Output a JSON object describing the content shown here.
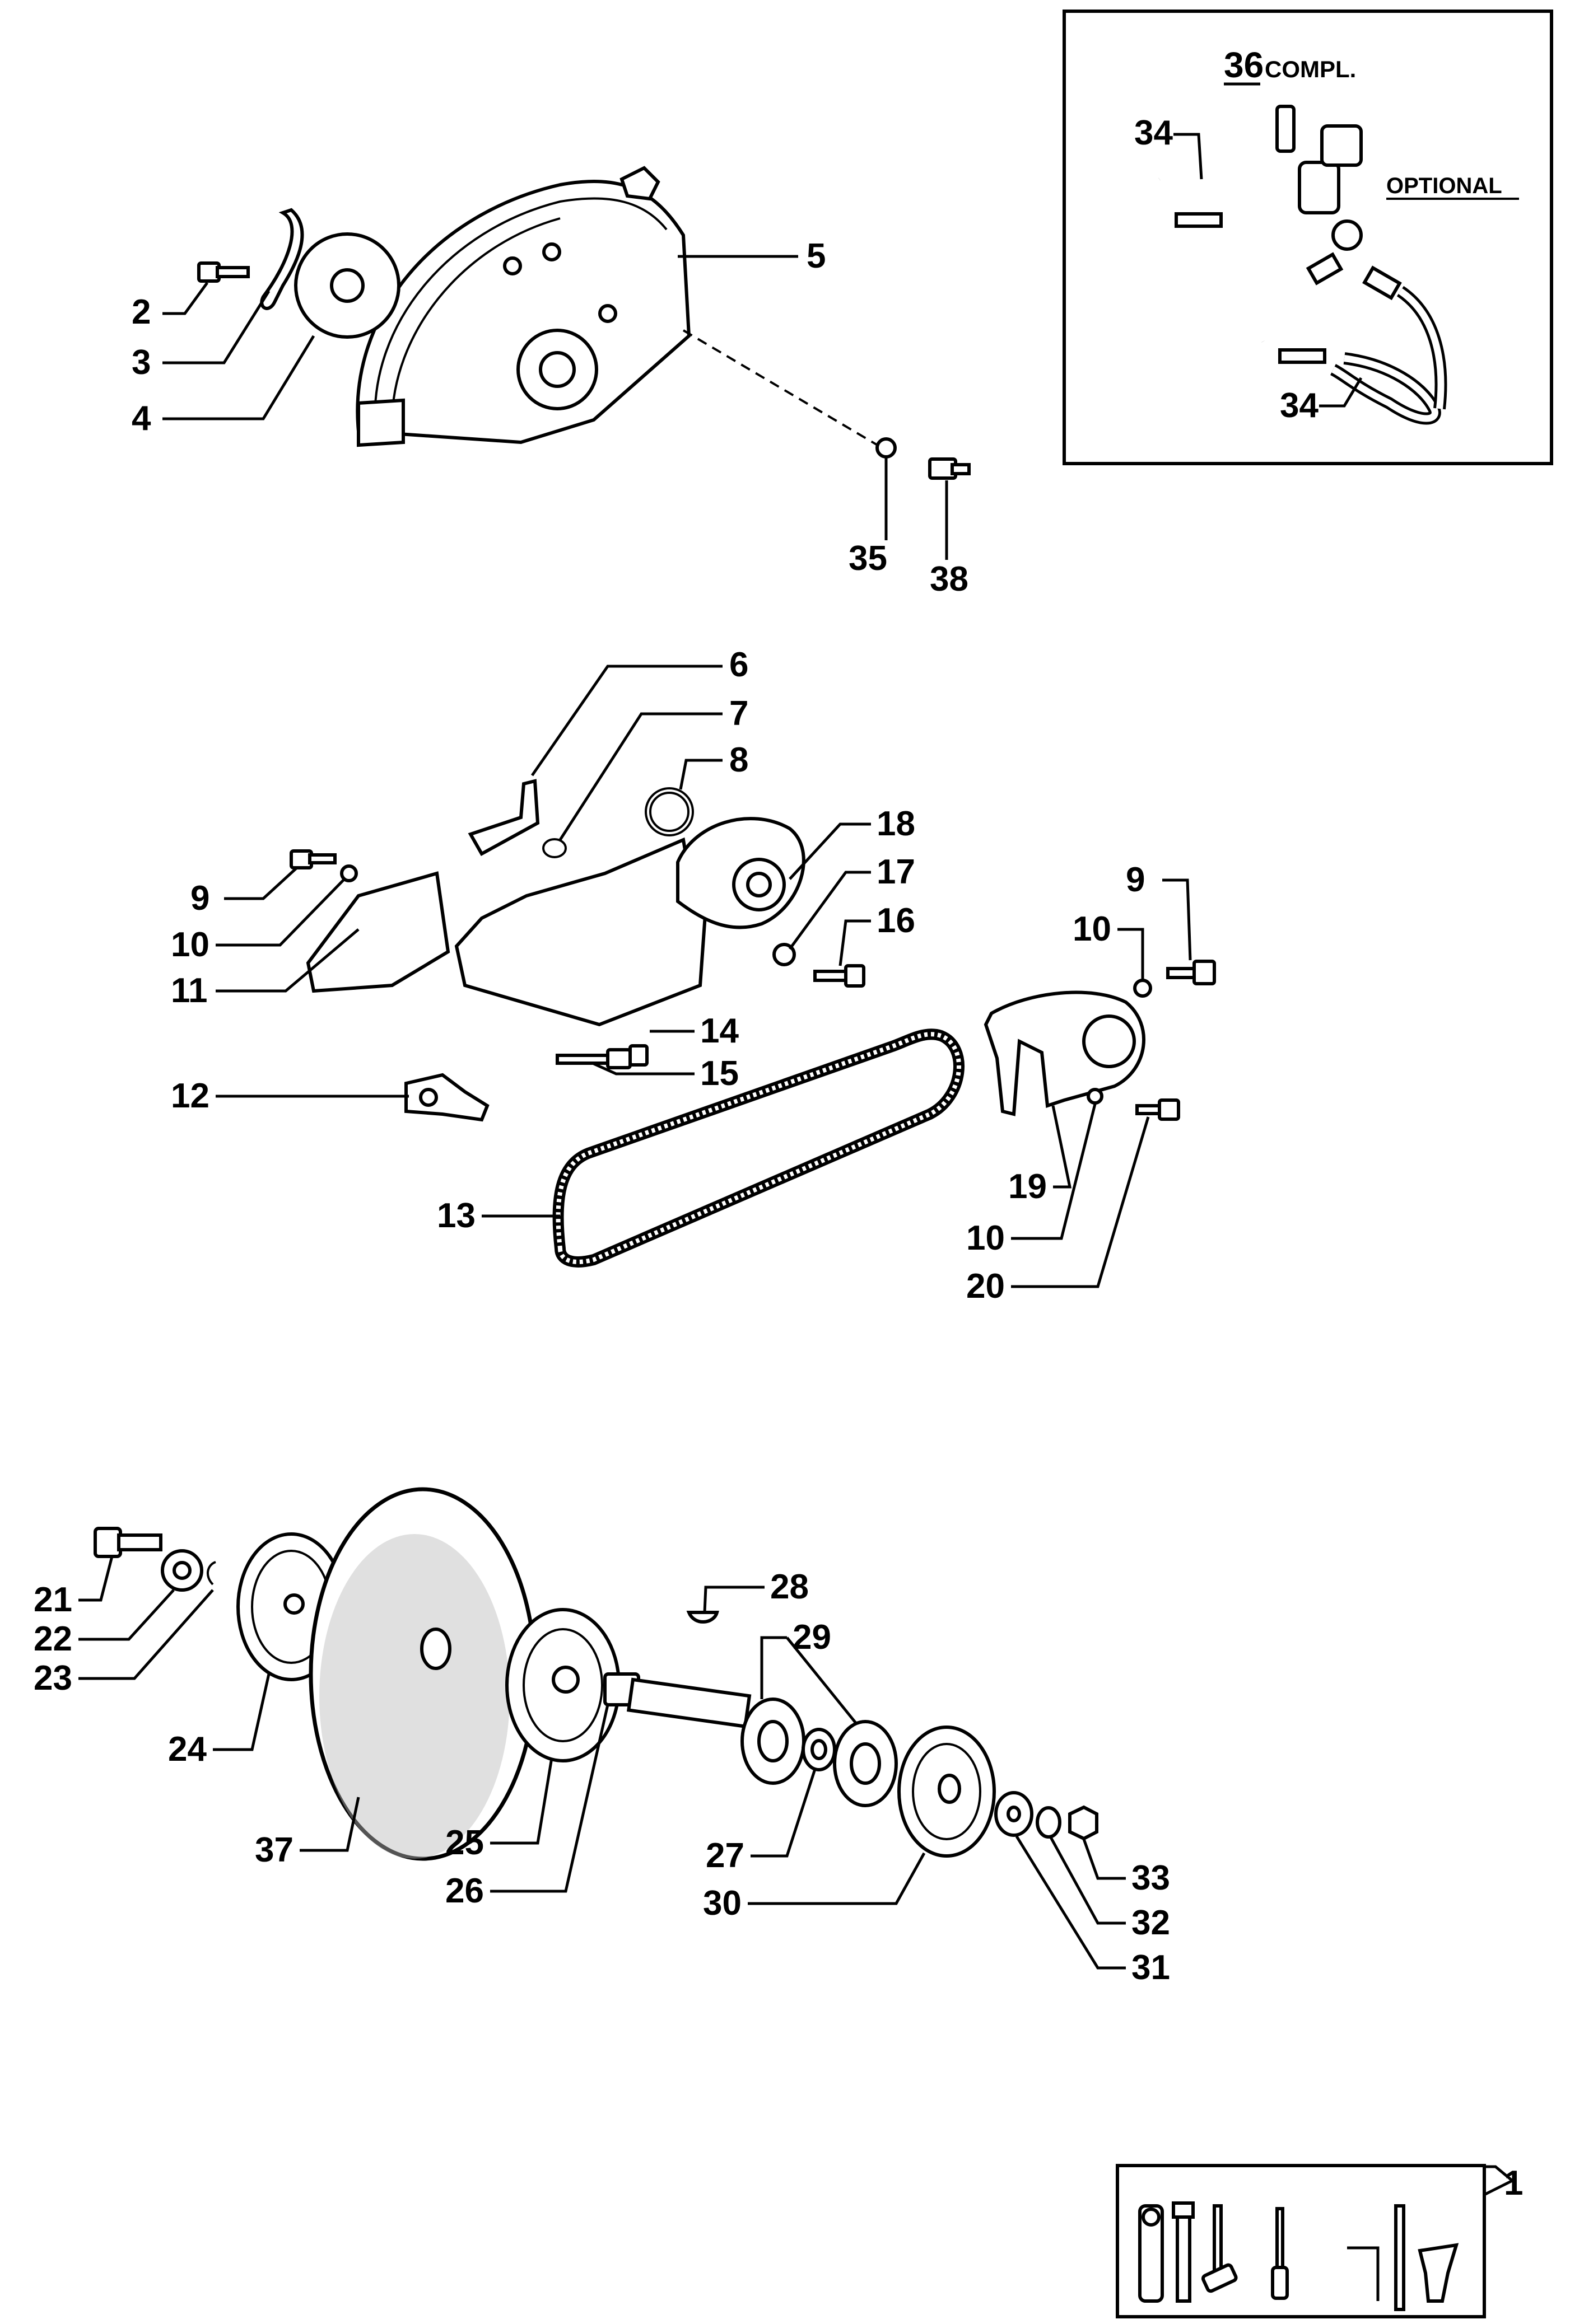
{
  "inset_optional": {
    "title_number": "36",
    "title_suffix": "COMPL.",
    "optional_label": "OPTIONAL",
    "labels": [
      "34",
      "34"
    ]
  },
  "inset_tools": {
    "label": "1"
  },
  "callouts": {
    "c2": "2",
    "c3": "3",
    "c4": "4",
    "c5": "5",
    "c35": "35",
    "c38": "38",
    "c6": "6",
    "c7": "7",
    "c8": "8",
    "c18": "18",
    "c17": "17",
    "c16": "16",
    "c9a": "9",
    "c10a": "10",
    "c11": "11",
    "c9b": "9",
    "c10b": "10",
    "c14": "14",
    "c15": "15",
    "c12": "12",
    "c13": "13",
    "c19": "19",
    "c10c": "10",
    "c20": "20",
    "c21": "21",
    "c22": "22",
    "c23": "23",
    "c24": "24",
    "c37": "37",
    "c25": "25",
    "c26": "26",
    "c28": "28",
    "c29": "29",
    "c27": "27",
    "c30": "30",
    "c31": "31",
    "c32": "32",
    "c33": "33"
  }
}
